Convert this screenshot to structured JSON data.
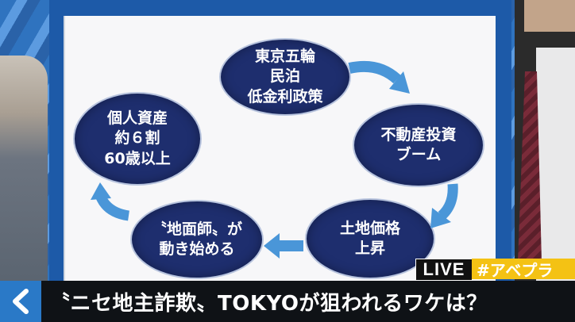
{
  "diagram": {
    "bubbles": [
      {
        "text": "東京五輪\n民泊\n低金利政策"
      },
      {
        "text": "不動産投資\nブーム"
      },
      {
        "text": "土地価格\n上昇"
      },
      {
        "text": "〝地面師〟が\n動き始める"
      },
      {
        "text": "個人資産\n約６割\n60歳以上"
      }
    ]
  },
  "overlay": {
    "live_label": "LIVE",
    "hashtag": "#アベプラ"
  },
  "caption": {
    "text": "〝ニセ地主詐欺〟TOKYOが狙われるワケは？"
  },
  "colors": {
    "bubble": "#1e2e6e",
    "arrow": "#4a96d8",
    "hashtag_bg": "#f4c214",
    "caption_bg": "#0f1216"
  }
}
